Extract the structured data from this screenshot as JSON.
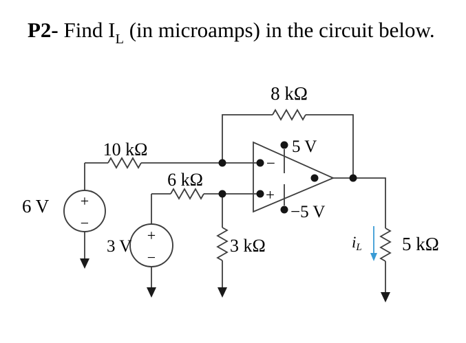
{
  "title": {
    "bold": "P2-",
    "rest_before": " Find I",
    "sub": "L",
    "rest_after": " (in microamps) in the circuit below."
  },
  "circuit": {
    "feedback_resistor": "8 kΩ",
    "input_resistor": "10 kΩ",
    "noninv_resistor": "6 kΩ",
    "shunt_resistor": "3 kΩ",
    "load_resistor": "5 kΩ",
    "source_left": "6 V",
    "source_mid": "3 V",
    "supply_pos": "5 V",
    "supply_neg": "−5 V",
    "opamp_minus": "−",
    "opamp_plus": "+",
    "src_plus": "+",
    "src_minus": "−",
    "load_current": {
      "symbol": "i",
      "sub": "L"
    },
    "colors": {
      "wire": "#3d3d3d",
      "blue": "#3a9bd5"
    }
  }
}
